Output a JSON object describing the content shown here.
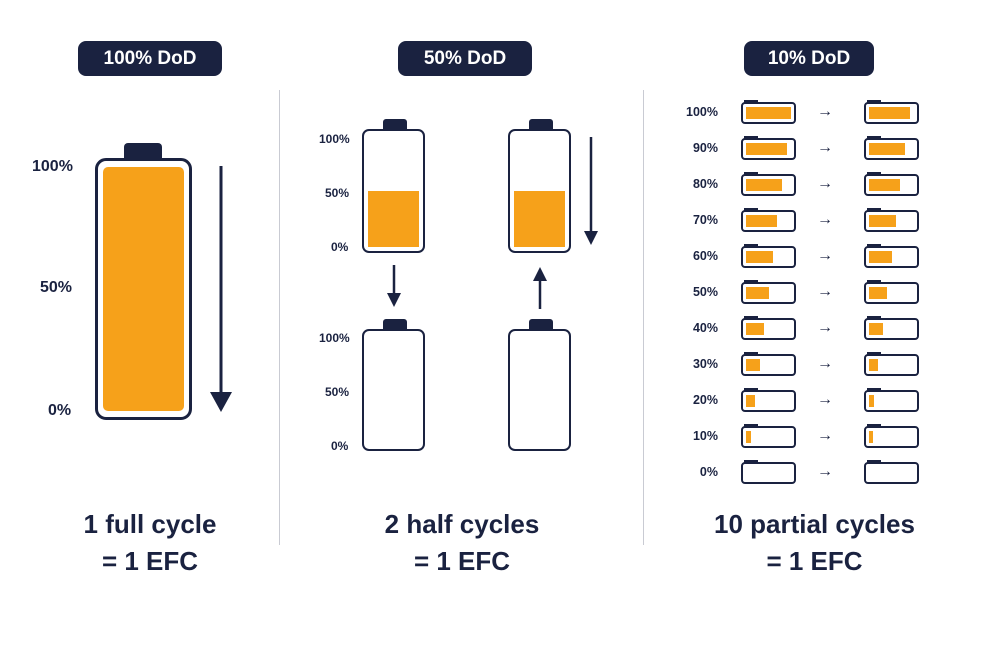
{
  "colors": {
    "navy": "#1a2240",
    "fill": "#f6a11a",
    "divider": "#c9cbd3"
  },
  "panels": {
    "full": {
      "badge": "100% DoD",
      "labels": [
        "100%",
        "50%",
        "0%"
      ],
      "charge_level": 1.0,
      "arrow": "down",
      "caption_line1": "1 full cycle",
      "caption_line2": "= 1 EFC"
    },
    "half": {
      "badge": "50% DoD",
      "labels": [
        "100%",
        "50%",
        "0%"
      ],
      "top_left_level": 0.5,
      "top_right_level": 0.5,
      "bottom_left_level": 0.0,
      "bottom_right_level": 0.0,
      "caption_line1": "2 half cycles",
      "caption_line2": "= 1 EFC"
    },
    "partial": {
      "badge": "10% DoD",
      "rows": [
        {
          "label": "100%",
          "from": 1.0,
          "to": 0.9
        },
        {
          "label": "90%",
          "from": 0.9,
          "to": 0.8
        },
        {
          "label": "80%",
          "from": 0.8,
          "to": 0.7
        },
        {
          "label": "70%",
          "from": 0.7,
          "to": 0.6
        },
        {
          "label": "60%",
          "from": 0.6,
          "to": 0.5
        },
        {
          "label": "50%",
          "from": 0.5,
          "to": 0.4
        },
        {
          "label": "40%",
          "from": 0.4,
          "to": 0.3
        },
        {
          "label": "30%",
          "from": 0.3,
          "to": 0.2
        },
        {
          "label": "20%",
          "from": 0.2,
          "to": 0.1
        },
        {
          "label": "10%",
          "from": 0.1,
          "to": 0.05
        },
        {
          "label": "0%",
          "from": 0.0,
          "to": 0.0
        }
      ],
      "caption_line1": "10 partial cycles",
      "caption_line2": "= 1 EFC"
    }
  }
}
